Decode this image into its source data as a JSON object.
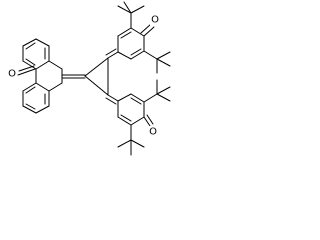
{
  "structure": {
    "colors": {
      "bond": "#000000",
      "background": "#ffffff"
    },
    "atom_labels": {
      "anthrone_carbonyl_o": "O",
      "top_quinone_o": "O",
      "bottom_quinone_o": "O"
    }
  }
}
